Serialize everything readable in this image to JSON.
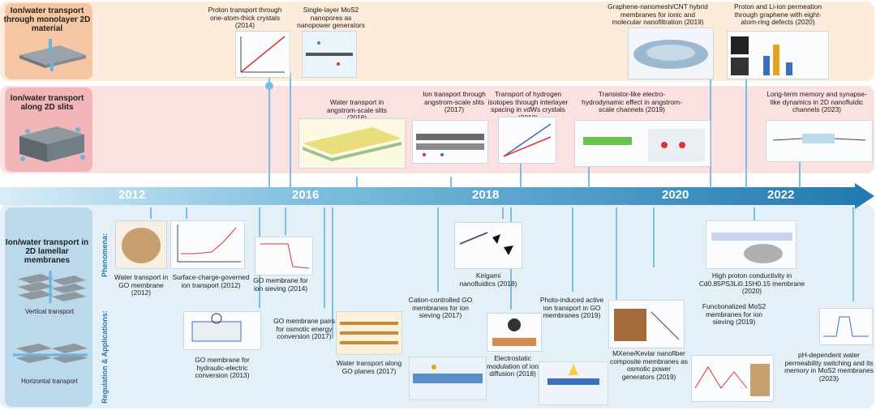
{
  "colors": {
    "band_top": "#fdebdc",
    "band_mid": "#fbe1e1",
    "band_bot": "#e4f0f8",
    "label_top": "#f6c6a4",
    "label_mid": "#f2b6b8",
    "label_bot": "#bcd9ec",
    "timeline": "#3a8fbd",
    "connector": "#7bbfe0"
  },
  "categories": {
    "monolayer": "Ion/water transport through monolayer 2D material",
    "slits": "Ion/water transport along 2D slits",
    "lamellar": "Ion/water transport in 2D lamellar membranes",
    "vertical": "Vertical transport",
    "horizontal": "Horizontal transport"
  },
  "side_labels": {
    "phenomena": "Phenomena:",
    "regulation": "Regulation & Applications:"
  },
  "years": [
    "2012",
    "2016",
    "2018",
    "2020",
    "2022"
  ],
  "top_row": [
    "Proton transport through one-atom-thick crystals (2014)",
    "Single-layer MoS2 nanopores as nanopower generators (2016)",
    "Graphene-nanomesh/CNT hybrid membranes for ionic and molecular nanofiltration (2019)",
    "Proton and Li-ion permeation through graphene with eight-atom-ring defects (2020)"
  ],
  "mid_row": [
    "Water transport in angstrom-scale slits (2016)",
    "Ion transport through angstrom-scale slits (2017)",
    "Transport of hydrogen isotopes through interlayer spacing in vdWs crystals (2018)",
    "Transistor-like electro-hydrodynamic effect in angstrom-scale channels (2019)",
    "Long-term memory and synapse-like dynamics in 2D nanofluidic channels (2023)"
  ],
  "phenomena_row": [
    "Water transport in GO membrane (2012)",
    "Surface-charge-governed ion transport (2012)",
    "GO membrane for ion sieving (2014)",
    "Kirigami nanofluidics (2018)",
    "High proton conductivity in Cd0.85PS3Li0.15H0.15 membrane (2020)"
  ],
  "regulation_row": [
    "GO membrane for hydraulic-electric conversion (2013)",
    "GO membrane pairs for osmotic energy conversion (2017)",
    "Water transport along GO planes (2017)",
    "Cation-controlled GO membranes for ion sieving (2017)",
    "Electrostatic modulation of ion diffusion (2018)",
    "Photo-induced active ion transport in GO membranes (2019)",
    "MXene/Kevlar nanofiber composite membranes as osmotic power generators (2019)",
    "Functionalized MoS2 membranes for ion sieving (2019)",
    "pH-dependent water permeability switching and its memory in MoS2 membranes (2023)"
  ]
}
